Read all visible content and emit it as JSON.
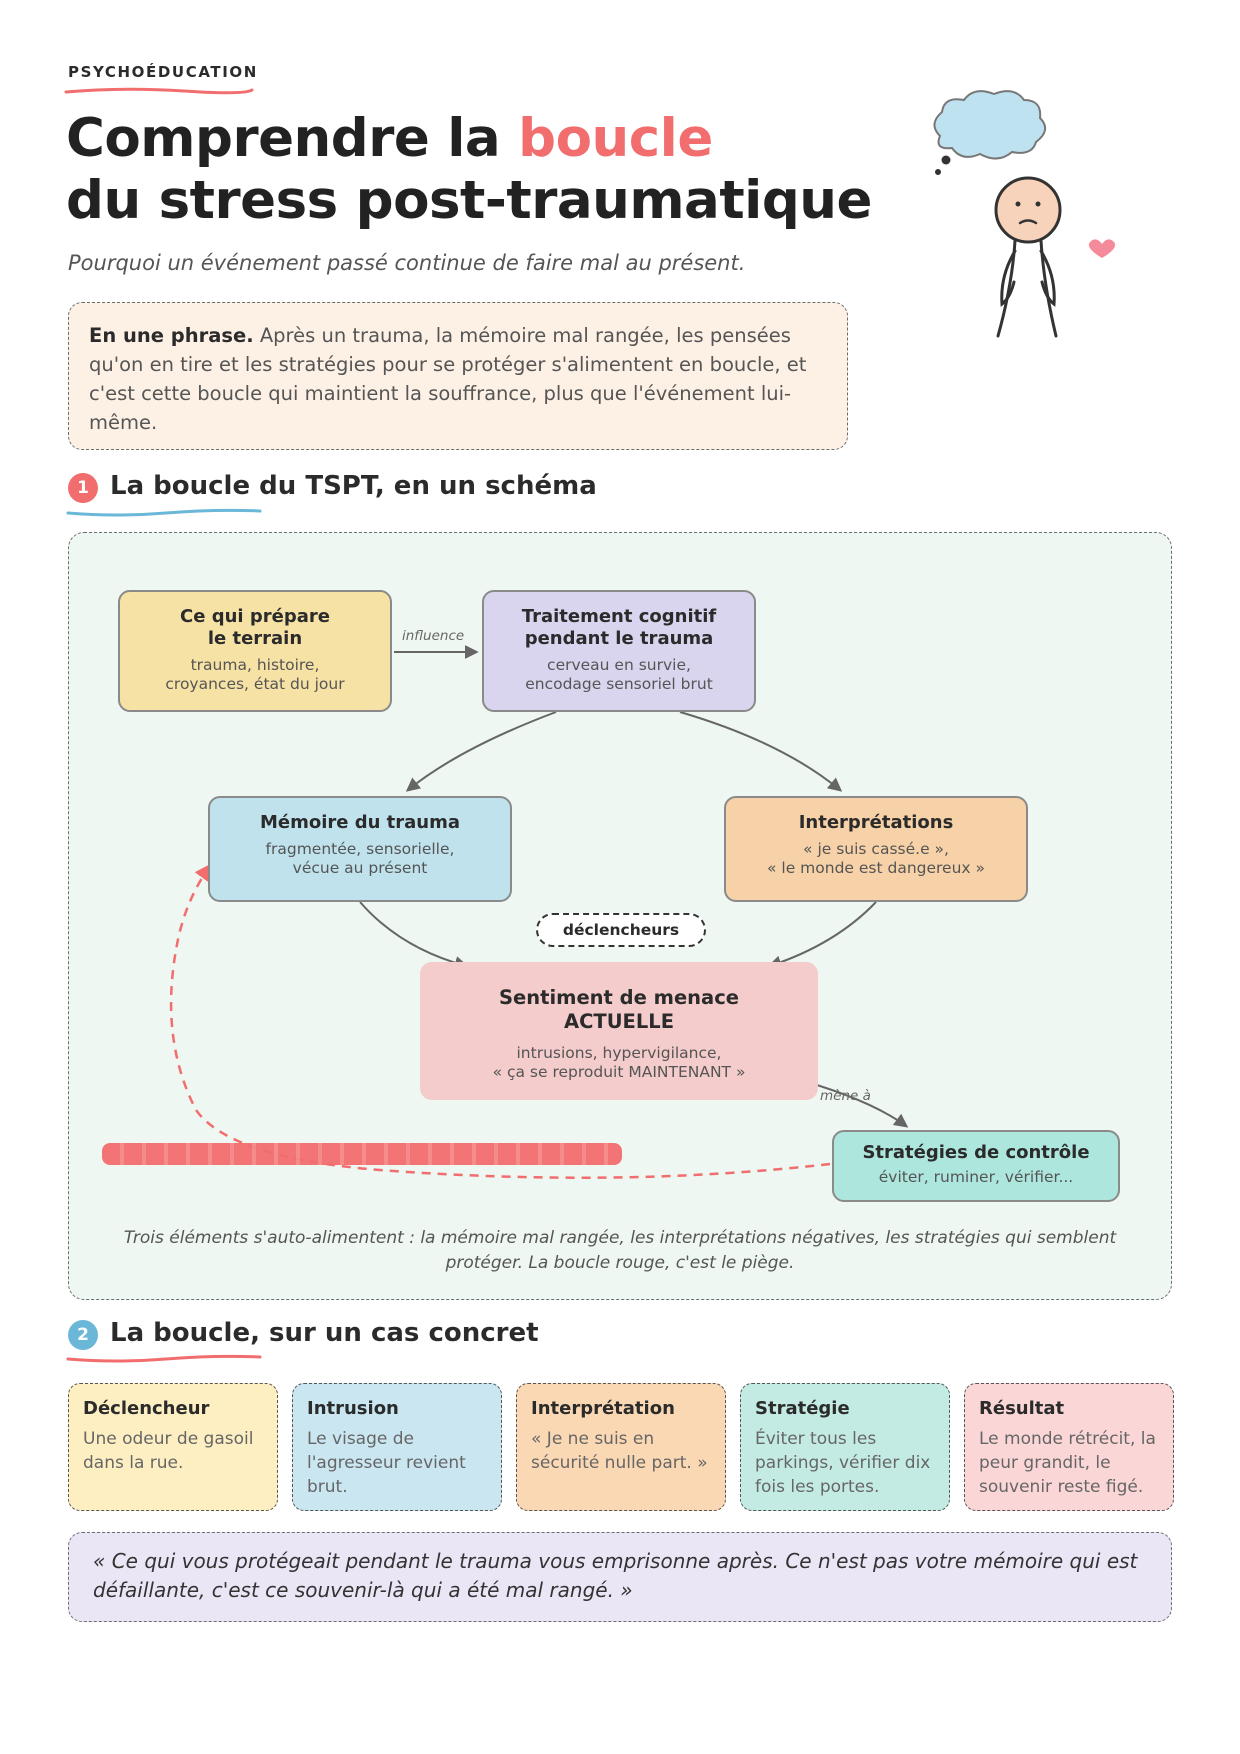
{
  "header": {
    "eyebrow": "PSYCHOÉDUCATION",
    "title_part1": "Comprendre la ",
    "title_accent": "boucle",
    "title_line2": "du stress post-traumatique",
    "subtitle": "Pourquoi un événement passé continue de faire mal au présent."
  },
  "summary": {
    "lead": "En une phrase.",
    "text": " Après un trauma, la mémoire mal rangée, les pensées qu'on en tire et les stratégies pour se protéger s'alimentent en boucle, et c'est cette boucle qui maintient la souffrance, plus que l'événement lui-même."
  },
  "section1": {
    "num": "1",
    "title": "La boucle du TSPT, en un schéma"
  },
  "diagram": {
    "nodes": {
      "terrain": {
        "title": "Ce qui prépare\nle terrain",
        "sub": "trauma, histoire,\ncroyances, état du jour"
      },
      "traitement": {
        "title": "Traitement cognitif\npendant le trauma",
        "sub": "cerveau en survie,\nencodage sensoriel brut"
      },
      "memoire": {
        "title": "Mémoire du trauma",
        "sub": "fragmentée, sensorielle,\nvécue au présent"
      },
      "interpretations": {
        "title": "Interprétations",
        "sub": "« je suis cassé.e »,\n« le monde est dangereux »"
      },
      "menace": {
        "title": "Sentiment de menace\nACTUELLE",
        "sub": "intrusions, hypervigilance,\n« ça se reproduit MAINTENANT »"
      },
      "strategies": {
        "title": "Stratégies de contrôle",
        "sub": "éviter, ruminer, vérifier..."
      }
    },
    "edge_influence": "influence",
    "edge_mene": "mène à",
    "pill": "déclencheurs",
    "caption": "Trois éléments s'auto-alimentent : la mémoire mal rangée, les interprétations négatives, les stratégies qui semblent protéger. La boucle rouge, c'est le piège."
  },
  "section2": {
    "num": "2",
    "title": "La boucle, sur un cas concret"
  },
  "cards": [
    {
      "title": "Déclencheur",
      "body": "Une odeur de gasoil dans la rue.",
      "bg": "#fdefc2"
    },
    {
      "title": "Intrusion",
      "body": "Le visage de l'agresseur revient brut.",
      "bg": "#c9e6f1"
    },
    {
      "title": "Interprétation",
      "body": "« Je ne suis en sécurité nulle part. »",
      "bg": "#fbd8b4"
    },
    {
      "title": "Stratégie",
      "body": "Éviter tous les parkings, vérifier dix fois les portes.",
      "bg": "#c4ebe3"
    },
    {
      "title": "Résultat",
      "body": "Le monde rétrécit, la peur grandit, le souvenir reste figé.",
      "bg": "#fbd6d6"
    }
  ],
  "quote": "« Ce qui vous protégeait pendant le trauma vous emprisonne après. Ce n'est pas votre mémoire qui est défaillante, c'est ce souvenir-là qui a été mal rangé. »",
  "colors": {
    "accent": "#f26d6d",
    "blue": "#6bb7d8",
    "terrain": "#f7e2a6",
    "traitement": "#d9d5ee",
    "memoire": "#bfe2ec",
    "interpretations": "#f7d2a8",
    "menace": "#f3cccb",
    "strategies": "#ace6dd"
  }
}
